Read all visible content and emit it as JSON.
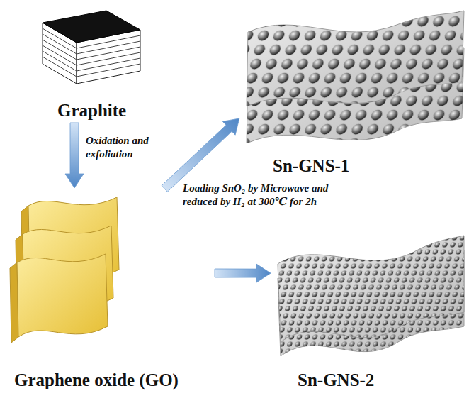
{
  "diagram": {
    "nodes": [
      {
        "text": [
          "Graphite"
        ]
      },
      {
        "text": [
          "Graphene oxide (GO)"
        ]
      },
      {
        "text": [
          "Sn-GNS-1"
        ]
      },
      {
        "text": [
          "Sn-GNS-2"
        ]
      }
    ],
    "edges": [
      {
        "from": 0,
        "to": 1,
        "arrow": "to",
        "label": "Oxidation and exfoliation"
      },
      {
        "from": 1,
        "to": 2,
        "arrow": "to"
      },
      {
        "from": 1,
        "to": 3,
        "arrow": "to"
      }
    ],
    "labels": [
      "Loading SnO₂ by Microwave and reduced by H₂ at 300℃ for 2h"
    ]
  }
}
